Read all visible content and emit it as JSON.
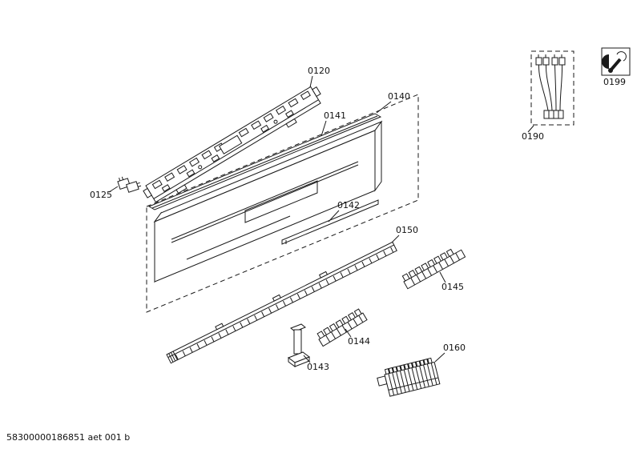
{
  "diagram": {
    "type": "exploded-parts-diagram",
    "footer": "58300000186851 aet 001 b",
    "colors": {
      "line": "#1a1a1a",
      "background": "#ffffff"
    },
    "labels": {
      "p0120": "0120",
      "p0125": "0125",
      "p0140": "0140",
      "p0141": "0141",
      "p0142": "0142",
      "p0143": "0143",
      "p0144": "0144",
      "p0145": "0145",
      "p0150": "0150",
      "p0160": "0160",
      "p0190": "0190",
      "p0199": "0199"
    },
    "icons": {
      "tool": "service-tool-icon",
      "harness": "cable-harness-icon"
    }
  }
}
